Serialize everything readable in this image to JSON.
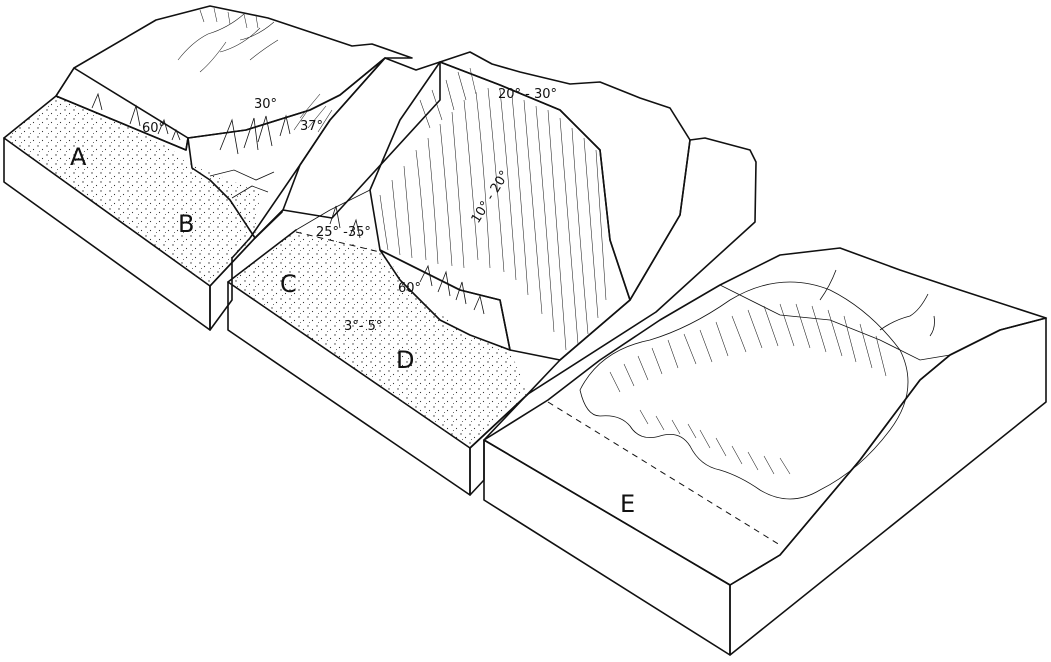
{
  "block_labels": {
    "a": "A",
    "b": "B",
    "c": "C",
    "d": "D",
    "e": "E"
  },
  "angle_labels": {
    "a_cliff": "60°",
    "b_left": "30°",
    "b_right": "37°",
    "d_upper": "20° - 30°",
    "d_lower": "10° - 20°",
    "c_slope": "25° -35°",
    "d_cliff": "60°",
    "d_apron": "3°- 5°"
  }
}
